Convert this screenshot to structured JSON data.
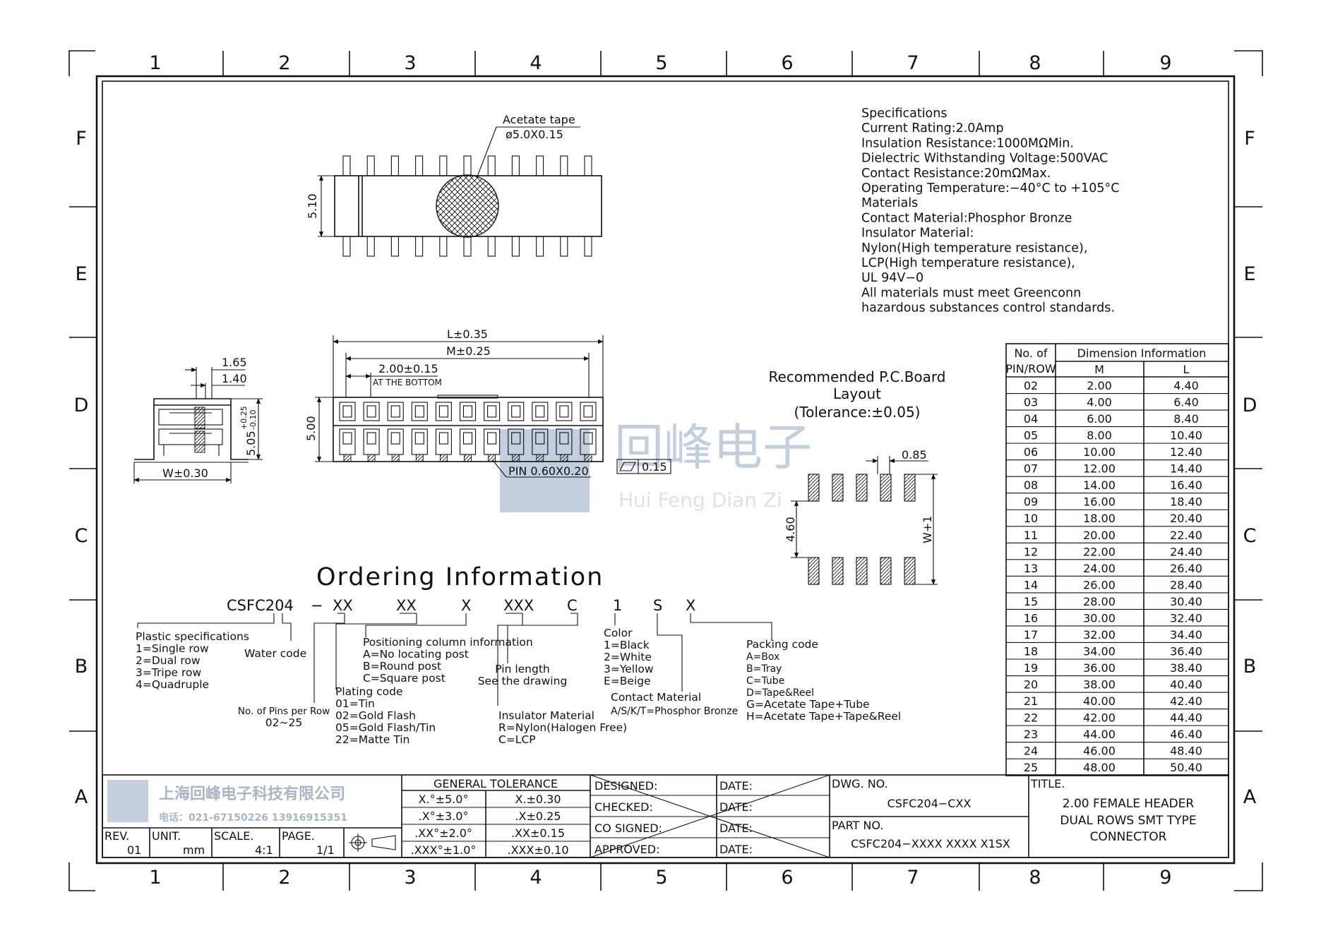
{
  "frame": {
    "columns": [
      "1",
      "2",
      "3",
      "4",
      "5",
      "6",
      "7",
      "8",
      "9"
    ],
    "rows": [
      "F",
      "E",
      "D",
      "C",
      "B",
      "A"
    ]
  },
  "top_view": {
    "tape_label": "Acetate tape",
    "tape_dim": "ø5.0X0.15",
    "height_dim": "5.10"
  },
  "side_view": {
    "dim_165": "1.65",
    "dim_140": "1.40",
    "height_dim": "5.05",
    "tol_plus": "+0.25",
    "tol_minus": "-0.10",
    "width_dim": "W±0.30"
  },
  "front_view": {
    "l_dim": "L±0.35",
    "m_dim": "M±0.25",
    "pitch_dim": "2.00±0.15",
    "pitch_note": "AT THE BOTTOM",
    "height_dim": "5.00",
    "pin_note": "PIN 0.60X0.20",
    "flatness": "0.15"
  },
  "watermark": {
    "cn": "回峰电子",
    "en": "Hui Feng Dian Zi"
  },
  "specifications": [
    "Specifications",
    "Current Rating:2.0Amp",
    "Insulation Resistance:1000MΩMin.",
    "Dielectric Withstanding Voltage:500VAC",
    "Contact Resistance:20mΩMax.",
    "Operating Temperature:−40°C to +105°C",
    "Materials",
    "Contact Material:Phosphor Bronze",
    "Insulator Material:",
    "Nylon(High temperature resistance),",
    "LCP(High temperature resistance),",
    "UL 94V−0",
    "All materials must meet Greenconn",
    "hazardous substances control standards."
  ],
  "pcb_layout": {
    "title_1": "Recommended P.C.Board",
    "title_2": "Layout",
    "tolerance": "(Tolerance:±0.05)",
    "pad_dim": "0.85",
    "row_dim": "4.60",
    "width_dim": "W+1"
  },
  "dimension_table": {
    "h1": "No. of",
    "h2": "PIN/ROW",
    "h_group": "Dimension Information",
    "h_m": "M",
    "h_l": "L",
    "rows": [
      [
        "02",
        "2.00",
        "4.40"
      ],
      [
        "03",
        "4.00",
        "6.40"
      ],
      [
        "04",
        "6.00",
        "8.40"
      ],
      [
        "05",
        "8.00",
        "10.40"
      ],
      [
        "06",
        "10.00",
        "12.40"
      ],
      [
        "07",
        "12.00",
        "14.40"
      ],
      [
        "08",
        "14.00",
        "16.40"
      ],
      [
        "09",
        "16.00",
        "18.40"
      ],
      [
        "10",
        "18.00",
        "20.40"
      ],
      [
        "11",
        "20.00",
        "22.40"
      ],
      [
        "12",
        "22.00",
        "24.40"
      ],
      [
        "13",
        "24.00",
        "26.40"
      ],
      [
        "14",
        "26.00",
        "28.40"
      ],
      [
        "15",
        "28.00",
        "30.40"
      ],
      [
        "16",
        "30.00",
        "32.40"
      ],
      [
        "17",
        "32.00",
        "34.40"
      ],
      [
        "18",
        "34.00",
        "36.40"
      ],
      [
        "19",
        "36.00",
        "38.40"
      ],
      [
        "20",
        "38.00",
        "40.40"
      ],
      [
        "21",
        "40.00",
        "42.40"
      ],
      [
        "22",
        "42.00",
        "44.40"
      ],
      [
        "23",
        "44.00",
        "46.40"
      ],
      [
        "24",
        "46.00",
        "48.40"
      ],
      [
        "25",
        "48.00",
        "50.40"
      ]
    ]
  },
  "ordering": {
    "title": "Ordering Information",
    "code_parts": [
      "CSFC204",
      "−",
      "XX",
      "XX",
      "X",
      "XXX",
      "C",
      "1",
      "S",
      "X"
    ],
    "plastic": [
      "Plastic specifications",
      "1=Single row",
      "2=Dual row",
      "3=Tripe row",
      "4=Quadruple"
    ],
    "water": "Water code",
    "pins": [
      "No. of Pins per Row",
      "02∼25"
    ],
    "plating": [
      "Plating code",
      "01=Tin",
      "02=Gold Flash",
      "05=Gold Flash/Tin",
      "22=Matte Tin"
    ],
    "positioning": [
      "Positioning column information",
      "A=No locating post",
      "B=Round post",
      "C=Square post"
    ],
    "pin_length": [
      "Pin length",
      "See the drawing"
    ],
    "insulator": [
      "Insulator Material",
      "R=Nylon(Halogen Free)",
      "C=LCP"
    ],
    "color": [
      "Color",
      "1=Black",
      "2=White",
      "3=Yellow",
      "E=Beige"
    ],
    "contact": [
      "Contact Material",
      "A/S/K/T=Phosphor Bronze"
    ],
    "packing": [
      "Packing code",
      "A=Box",
      "B=Tray",
      "C=Tube",
      "D=Tape&Reel",
      "G=Acetate Tape+Tube",
      "H=Acetate Tape+Tape&Reel"
    ]
  },
  "title_block": {
    "company": "上海回峰电子科技有限公司",
    "phone": "电话：021-67150226  13916915351",
    "rev_label": "REV.",
    "rev": "01",
    "unit_label": "UNIT.",
    "unit": "mm",
    "scale_label": "SCALE.",
    "scale": "4:1",
    "page_label": "PAGE.",
    "page": "1/1",
    "tolerance_title": "GENERAL TOLERANCE",
    "tolerances": [
      [
        "X.°±5.0°",
        "X.±0.30"
      ],
      [
        ".X°±3.0°",
        ".X±0.25"
      ],
      [
        ".XX°±2.0°",
        ".XX±0.15"
      ],
      [
        ".XXX°±1.0°",
        ".XXX±0.10"
      ]
    ],
    "sign_labels": [
      "DESIGNED:",
      "CHECKED:",
      "CO SIGNED:",
      "APPROVED:"
    ],
    "date_label": "DATE:",
    "dwg_label": "DWG. NO.",
    "dwg_no": "CSFC204−CXX",
    "part_label": "PART NO.",
    "part_no": "CSFC204−XXXX XXXX X1SX",
    "title_label": "TITLE.",
    "title_lines": [
      "2.00 FEMALE HEADER",
      "DUAL ROWS SMT TYPE",
      "CONNECTOR"
    ]
  }
}
